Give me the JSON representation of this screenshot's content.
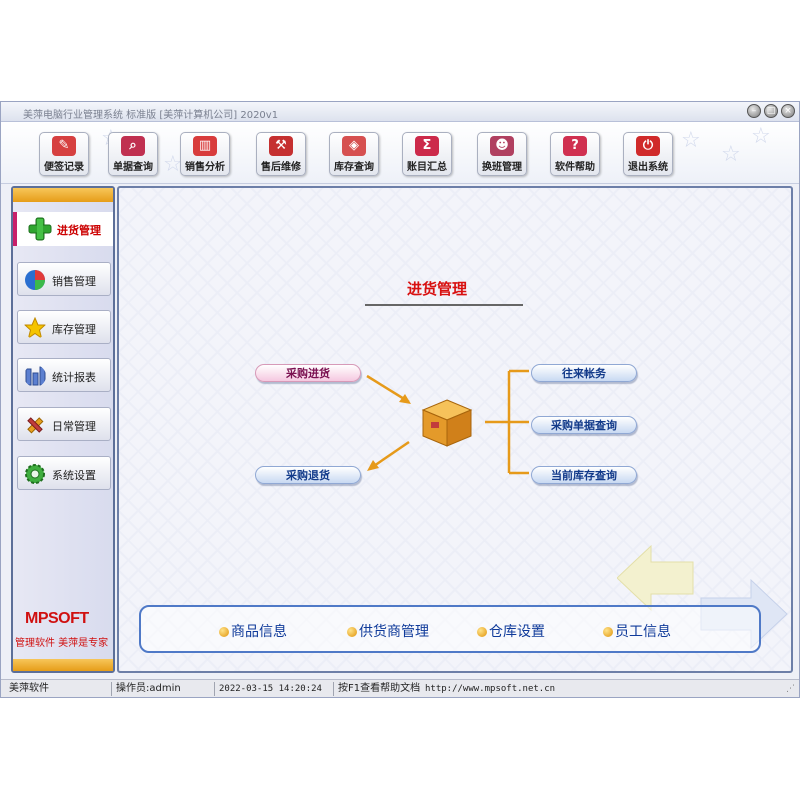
{
  "window": {
    "title": "美萍电脑行业管理系统 标准版 [美萍计算机公司] 2020v1"
  },
  "toolbar": {
    "items": [
      {
        "label": "便签记录",
        "icon": "pencil-icon",
        "color": "#d64040"
      },
      {
        "label": "单据查询",
        "icon": "magnifier-icon",
        "color": "#c03050"
      },
      {
        "label": "销售分析",
        "icon": "bar-chart-icon",
        "color": "#d83c3c"
      },
      {
        "label": "售后维修",
        "icon": "screwdriver-icon",
        "color": "#c53030"
      },
      {
        "label": "库存查询",
        "icon": "boxes-icon",
        "color": "#d65050"
      },
      {
        "label": "账目汇总",
        "icon": "sigma-icon",
        "color": "#cc2a4a"
      },
      {
        "label": "换班管理",
        "icon": "people-icon",
        "color": "#b04060"
      },
      {
        "label": "软件帮助",
        "icon": "question-icon",
        "color": "#d03050"
      },
      {
        "label": "退出系统",
        "icon": "power-icon",
        "color": "#d02a2a"
      }
    ]
  },
  "sidebar": {
    "active": {
      "label": "进货管理",
      "icon": "plus-icon"
    },
    "items": [
      {
        "label": "销售管理",
        "icon": "pie-chart-icon"
      },
      {
        "label": "库存管理",
        "icon": "star-icon"
      },
      {
        "label": "统计报表",
        "icon": "bars-icon"
      },
      {
        "label": "日常管理",
        "icon": "tools-icon"
      },
      {
        "label": "系统设置",
        "icon": "gear-icon"
      }
    ],
    "brand": "MPSOFT",
    "slogan": "管理软件 美萍是专家"
  },
  "main": {
    "title": "进货管理",
    "flow": {
      "purchase_in": "采购进货",
      "purchase_return": "采购退货",
      "accounts": "往来帐务",
      "purchase_query": "采购单据查询",
      "stock_query": "当前库存查询"
    },
    "bottom_links": [
      "商品信息",
      "供货商管理",
      "仓库设置",
      "员工信息"
    ]
  },
  "statusbar": {
    "app": "美萍软件",
    "operator": "操作员:admin",
    "datetime": "2022-03-15 14:20:24",
    "help": "按F1查看帮助文档",
    "url": "http://www.mpsoft.net.cn"
  },
  "colors": {
    "accent_red": "#d81010",
    "link_blue": "#0f3a9a",
    "sidebar_border": "#5c6f99",
    "orange_bar": "#e69d19"
  }
}
